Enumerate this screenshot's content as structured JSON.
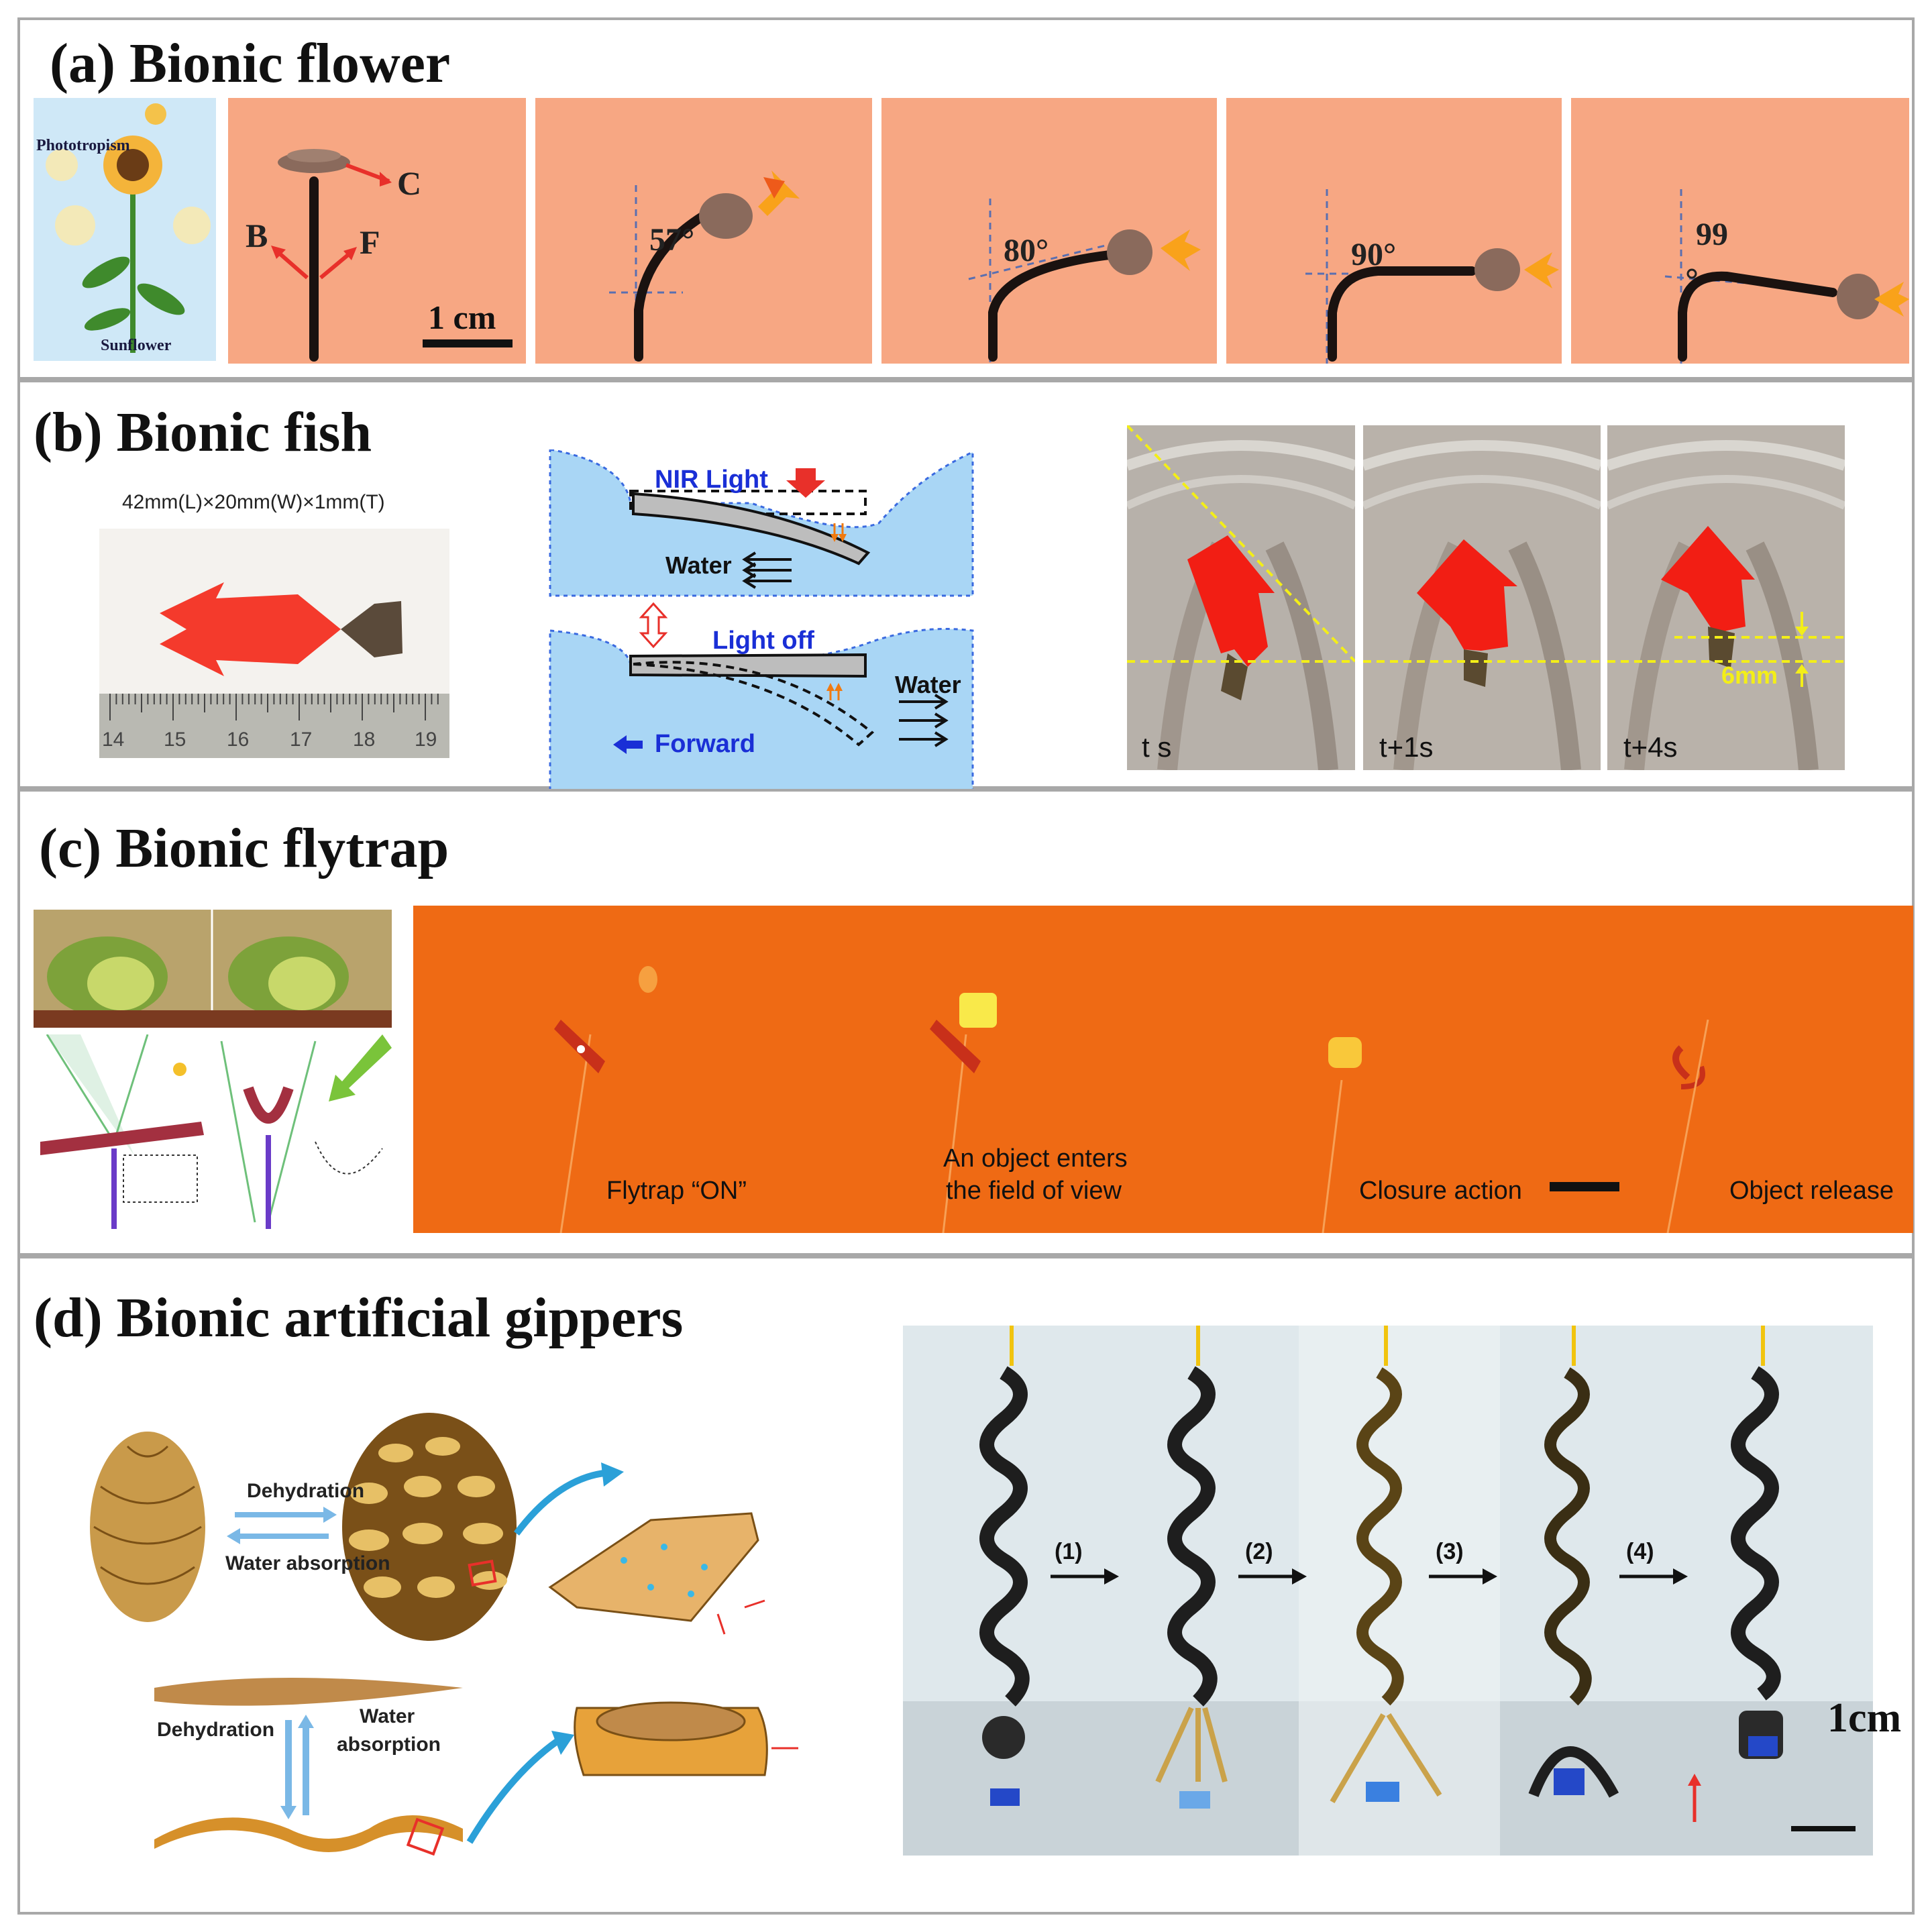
{
  "panels": {
    "a": {
      "title": "(a) Bionic flower",
      "sunflower_top": "Phototropism",
      "sunflower_bottom": "Sunflower",
      "label_c": "C",
      "label_b": "B",
      "label_f": "F",
      "scale": "1 cm",
      "angles": [
        "57°",
        "80°",
        "90°",
        "99"
      ]
    },
    "b": {
      "title": "(b) Bionic fish",
      "dims": "42mm(L)×20mm(W)×1mm(T)",
      "ruler_numbers": [
        "14",
        "15",
        "16",
        "17",
        "18",
        "19"
      ],
      "nir": "NIR Light",
      "water1": "Water",
      "light_off": "Light off",
      "water2": "Water",
      "forward": "Forward",
      "times": [
        "t s",
        "t+1s",
        "t+4s"
      ],
      "displacement": "6mm"
    },
    "c": {
      "title": "(c) Bionic flytrap",
      "captions": [
        "Flytrap “ON”",
        "An object enters",
        "the field of view",
        "Closure action",
        "Object release"
      ]
    },
    "d": {
      "title": "(d) Bionic artificial gippers",
      "dehydration1": "Dehydration",
      "water_absorption1": "Water absorption",
      "dehydration2": "Dehydration",
      "water2a": "Water",
      "water2b": "absorption",
      "steps": [
        "(1)",
        "(2)",
        "(3)",
        "(4)"
      ],
      "scale": "1cm"
    }
  },
  "colors": {
    "flower_bg": "#f7a783",
    "flytrap_bg": "#ef6a14",
    "fish_red": "#f43a2c",
    "water_blue": "#a9d6f5",
    "arrow_red": "#e8302a",
    "text_blue": "#1a2fd6",
    "highlight_yellow": "#f3ee18"
  }
}
